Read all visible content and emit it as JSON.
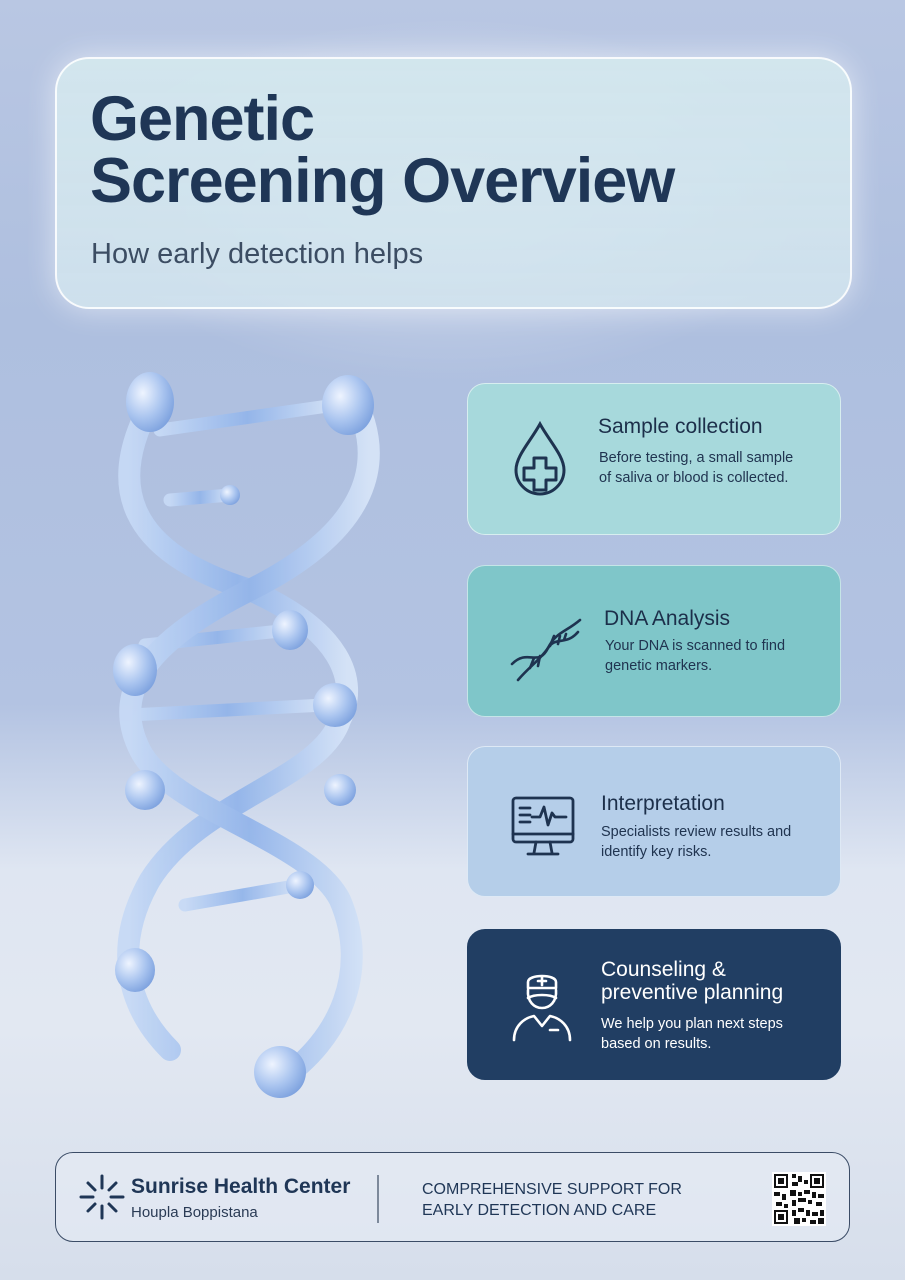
{
  "header": {
    "title_line1": "Genetic",
    "title_line2": "Screening Overview",
    "subtitle": "How early detection helps"
  },
  "steps": [
    {
      "icon": "blood-drop-plus-icon",
      "title": "Sample collection",
      "text": "Before testing, a small sample of saliva or blood is collected."
    },
    {
      "icon": "dna-helix-icon",
      "title": "DNA Analysis",
      "text": "Your DNA is scanned to find genetic markers."
    },
    {
      "icon": "monitor-heartbeat-icon",
      "title": "Interpretation",
      "text": "Specialists review results and identify key risks."
    },
    {
      "icon": "nurse-icon",
      "title_line1": "Counseling &",
      "title_line2": "preventive planning",
      "text": "We help you plan next steps based on results."
    }
  ],
  "footer": {
    "logo_icon": "sunburst-logo-icon",
    "org_name": "Sunrise Health Center",
    "location": "Houpla Boppistana",
    "tagline_line1": "COMPREHENSIVE SUPPORT FOR",
    "tagline_line2": "EARLY DETECTION AND CARE",
    "qr_icon": "qr-code-icon"
  },
  "colors": {
    "title": "#1f3656",
    "card1": "#a7d9dc",
    "card2": "#7fc6c9",
    "card3": "#b5cee9",
    "card4": "#213e63"
  }
}
